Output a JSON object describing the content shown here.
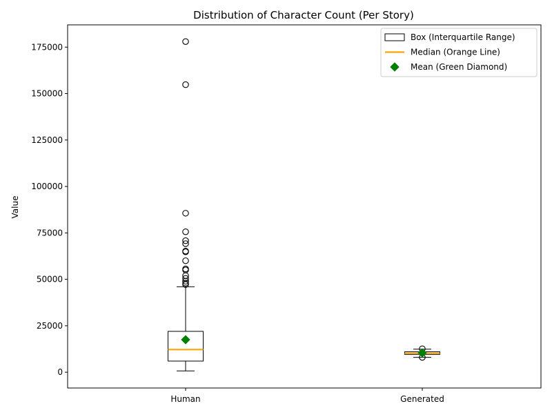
{
  "chart_data": {
    "type": "box",
    "title": "Distribution of Character Count (Per Story)",
    "xlabel": "",
    "ylabel": "Value",
    "ylim": [
      -8500,
      187000
    ],
    "yticks": [
      0,
      25000,
      50000,
      75000,
      100000,
      125000,
      150000,
      175000
    ],
    "ytick_labels": [
      "0",
      "25000",
      "50000",
      "75000",
      "100000",
      "125000",
      "150000",
      "175000"
    ],
    "categories": [
      "Human",
      "Generated"
    ],
    "boxes": [
      {
        "label": "Human",
        "whisker_low": 700,
        "q1": 6000,
        "median": 12200,
        "q3": 22000,
        "whisker_high": 46000,
        "mean": 17500,
        "outliers": [
          178000,
          154800,
          85600,
          75600,
          70800,
          69200,
          65200,
          64800,
          60000,
          55600,
          55000,
          52000,
          50500,
          49000,
          48000,
          47200
        ]
      },
      {
        "label": "Generated",
        "whisker_low": 8000,
        "q1": 9600,
        "median": 10200,
        "q3": 11000,
        "whisker_high": 12400,
        "mean": 10400,
        "outliers": [
          12600,
          8000
        ]
      }
    ],
    "legend": {
      "position": "top-right",
      "entries": [
        {
          "label": "Box (Interquartile Range)",
          "kind": "box"
        },
        {
          "label": "Median (Orange Line)",
          "kind": "line"
        },
        {
          "label": "Mean (Green Diamond)",
          "kind": "diamond"
        }
      ]
    },
    "colors": {
      "box": "#000000",
      "median": "#ffa500",
      "mean": "#008000",
      "outlier": "#000000"
    },
    "grid": false
  }
}
